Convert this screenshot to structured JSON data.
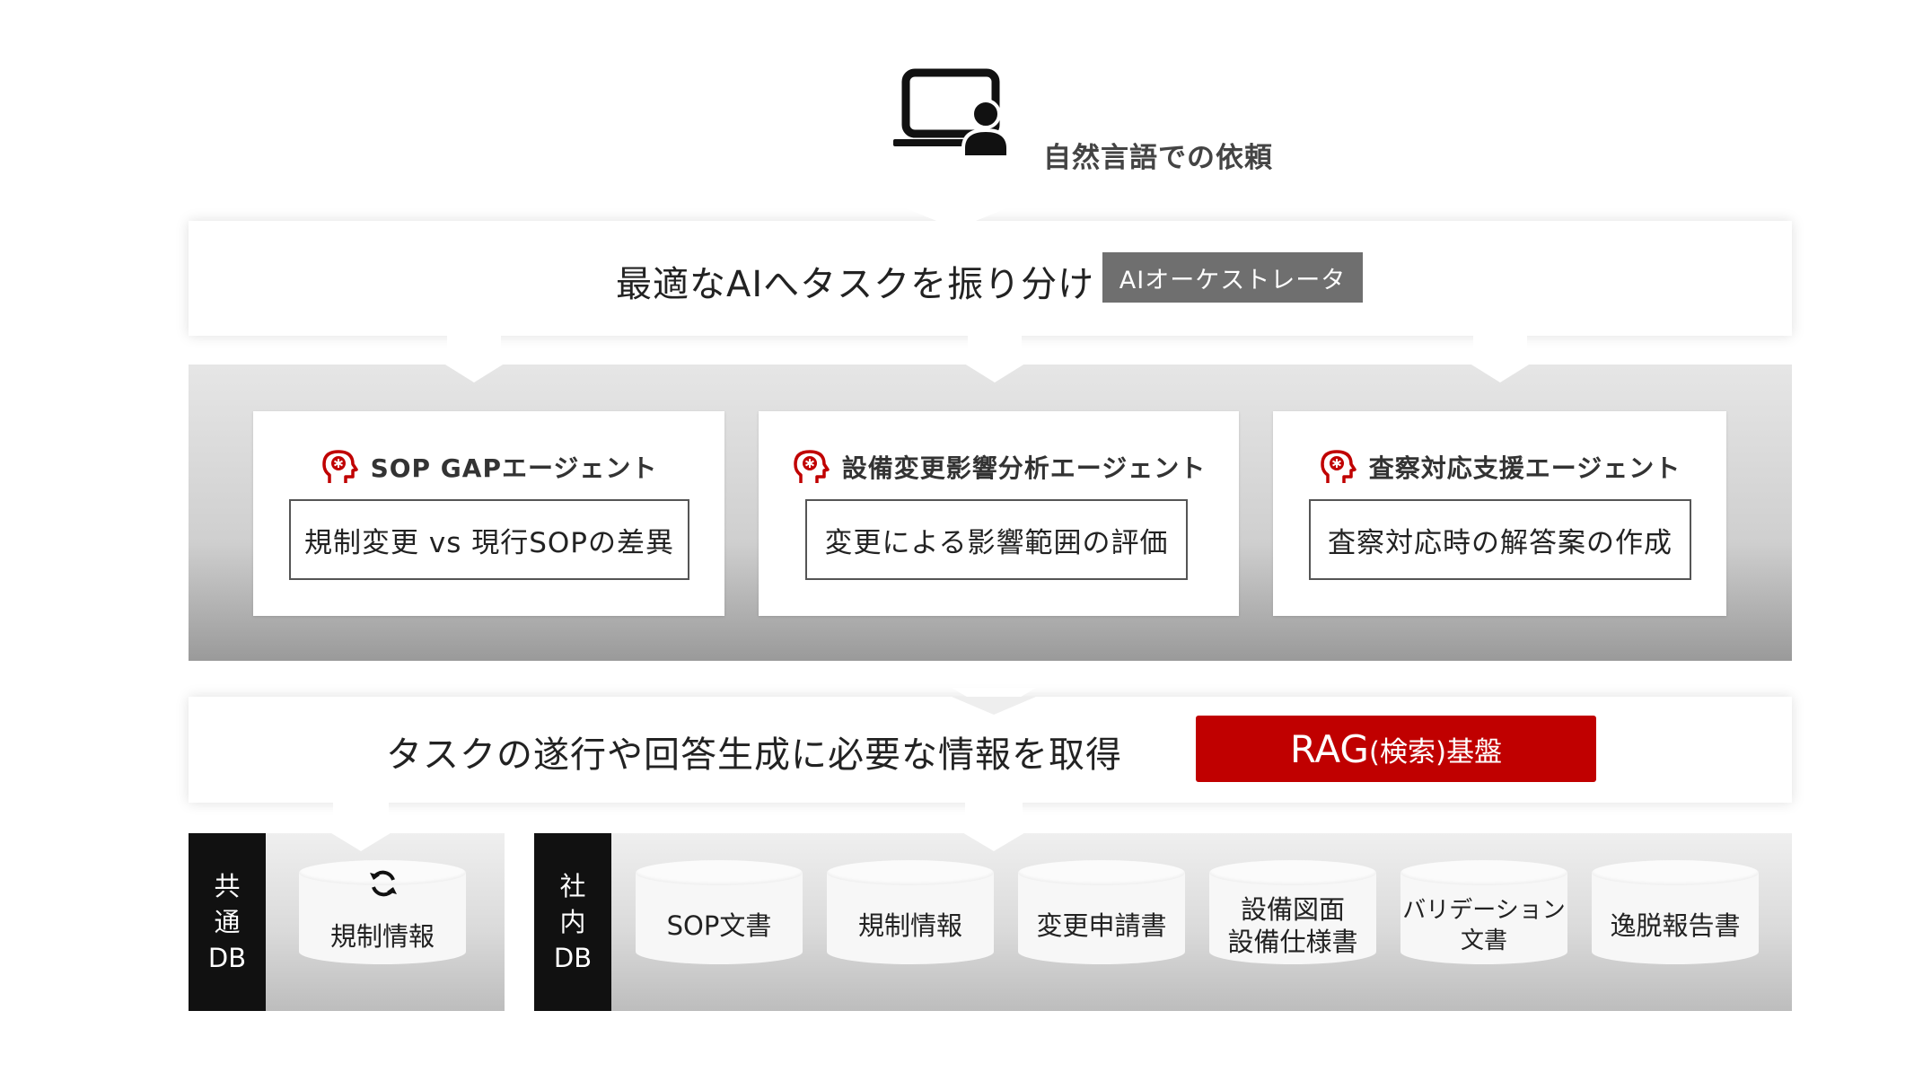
{
  "request": {
    "text": "自然言語での依頼"
  },
  "orchestrator": {
    "title": "最適なAIへタスクを振り分け",
    "tag": "AIオーケストレータ"
  },
  "agents": [
    {
      "name": "SOP GAPエージェント",
      "task": "規制変更 vs 現行SOPの差異"
    },
    {
      "name": "設備変更影響分析エージェント",
      "task": "変更による影響範囲の評価"
    },
    {
      "name": "査察対応支援エージェント",
      "task": "査察対応時の解答案の作成"
    }
  ],
  "rag": {
    "title": "タスクの遂行や回答生成に必要な情報を取得",
    "tag_main": "RAG",
    "tag_sub": "(検索)基盤"
  },
  "common_db": {
    "label_line1": "共",
    "label_line2": "通",
    "label_line3": "DB",
    "item": "規制情報"
  },
  "internal_db": {
    "label_line1": "社",
    "label_line2": "内",
    "label_line3": "DB",
    "items": [
      {
        "line1": "SOP文書",
        "line2": ""
      },
      {
        "line1": "規制情報",
        "line2": ""
      },
      {
        "line1": "変更申請書",
        "line2": ""
      },
      {
        "line1": "設備図面",
        "line2": "設備仕様書"
      },
      {
        "line1": "バリデーション",
        "line2": "文書"
      },
      {
        "line1": "逸脱報告書",
        "line2": ""
      }
    ]
  },
  "colors": {
    "accent": "#c00000",
    "tag_gray": "#6f6f6f",
    "db_label_bg": "#111111"
  },
  "icons": {
    "user": "computer-user-icon",
    "agent": "ai-head-icon",
    "sync": "sync-icon"
  }
}
